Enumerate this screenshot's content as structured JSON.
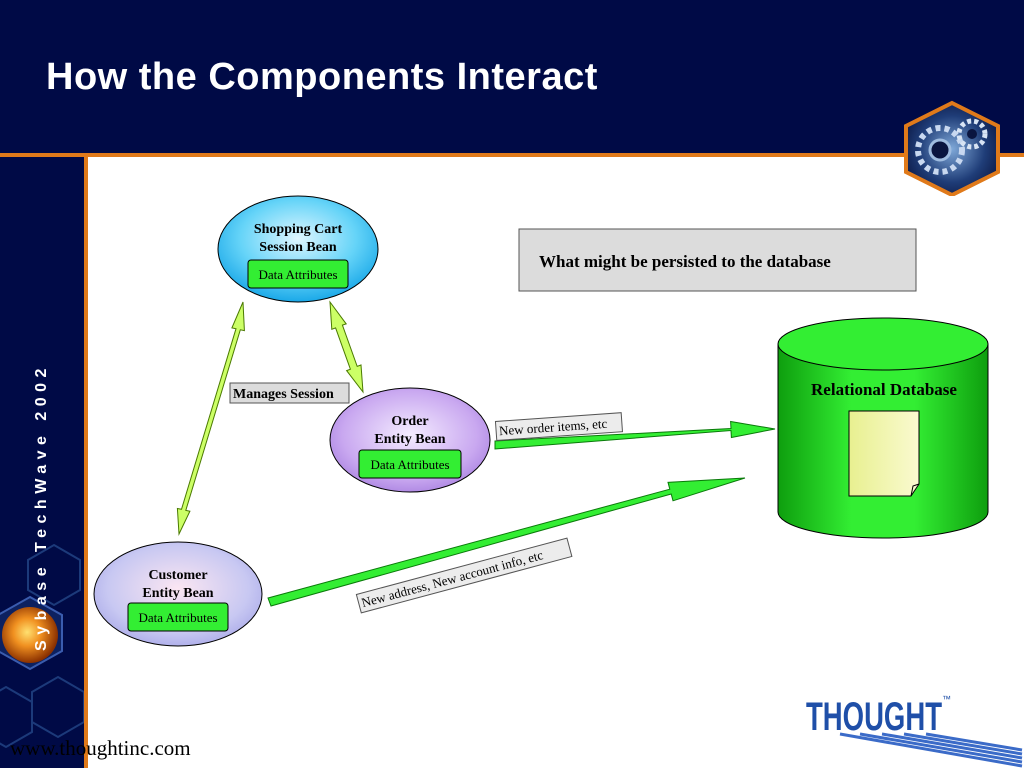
{
  "slide": {
    "title": "How the Components Interact",
    "sidebar_text": "Sybase TechWave 2002",
    "footer_url": "www.thoughtinc.com",
    "logo_text": "THOUGHT",
    "logo_tm": "™"
  },
  "diagram": {
    "nodes": {
      "shopping_cart": {
        "line1": "Shopping Cart",
        "line2": "Session Bean",
        "attr": "Data Attributes"
      },
      "order": {
        "line1": "Order",
        "line2": "Entity Bean",
        "attr": "Data Attributes"
      },
      "customer": {
        "line1": "Customer",
        "line2": "Entity Bean",
        "attr": "Data Attributes"
      },
      "database": {
        "label": "Relational Database"
      }
    },
    "labels": {
      "manages_session": "Manages Session",
      "persisted_box": "What might be persisted to the database",
      "new_order_items": "New order items, etc",
      "new_address": "New address, New account info, etc"
    }
  },
  "colors": {
    "header_bg": "#000a46",
    "accent_orange": "#e07a1a",
    "arrow_green": "#33ee33",
    "arrow_lightgreen": "#ccff66",
    "attr_green": "#33ee33",
    "db_green": "#22cc22"
  }
}
